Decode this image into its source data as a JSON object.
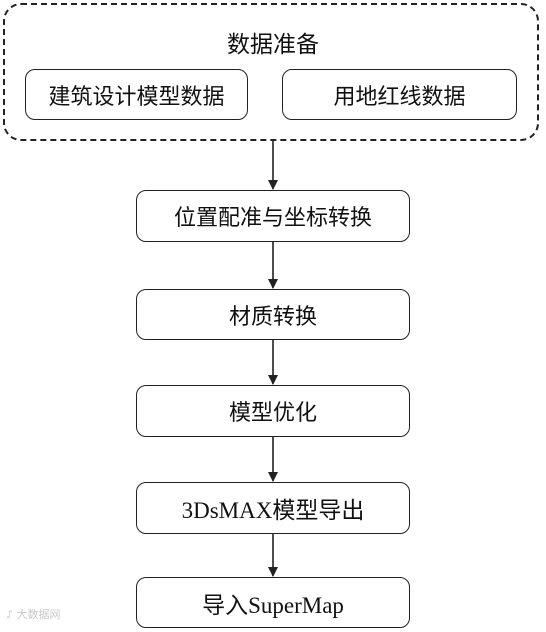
{
  "prep": {
    "title": "数据准备",
    "inputs": [
      "建筑设计模型数据",
      "用地红线数据"
    ]
  },
  "steps": [
    {
      "id": "step-1",
      "label": "位置配准与坐标转换"
    },
    {
      "id": "step-2",
      "label": "材质转换"
    },
    {
      "id": "step-3",
      "label": "模型优化"
    },
    {
      "id": "step-4",
      "label": "3DsMAX模型导出"
    },
    {
      "id": "step-5",
      "label": "导入SuperMap"
    }
  ],
  "edges": [
    {
      "from": "prep",
      "to": "step-1"
    },
    {
      "from": "step-1",
      "to": "step-2"
    },
    {
      "from": "step-2",
      "to": "step-3"
    },
    {
      "from": "step-3",
      "to": "step-4"
    },
    {
      "from": "step-4",
      "to": "step-5"
    }
  ],
  "watermark": "♪ 大数据网"
}
